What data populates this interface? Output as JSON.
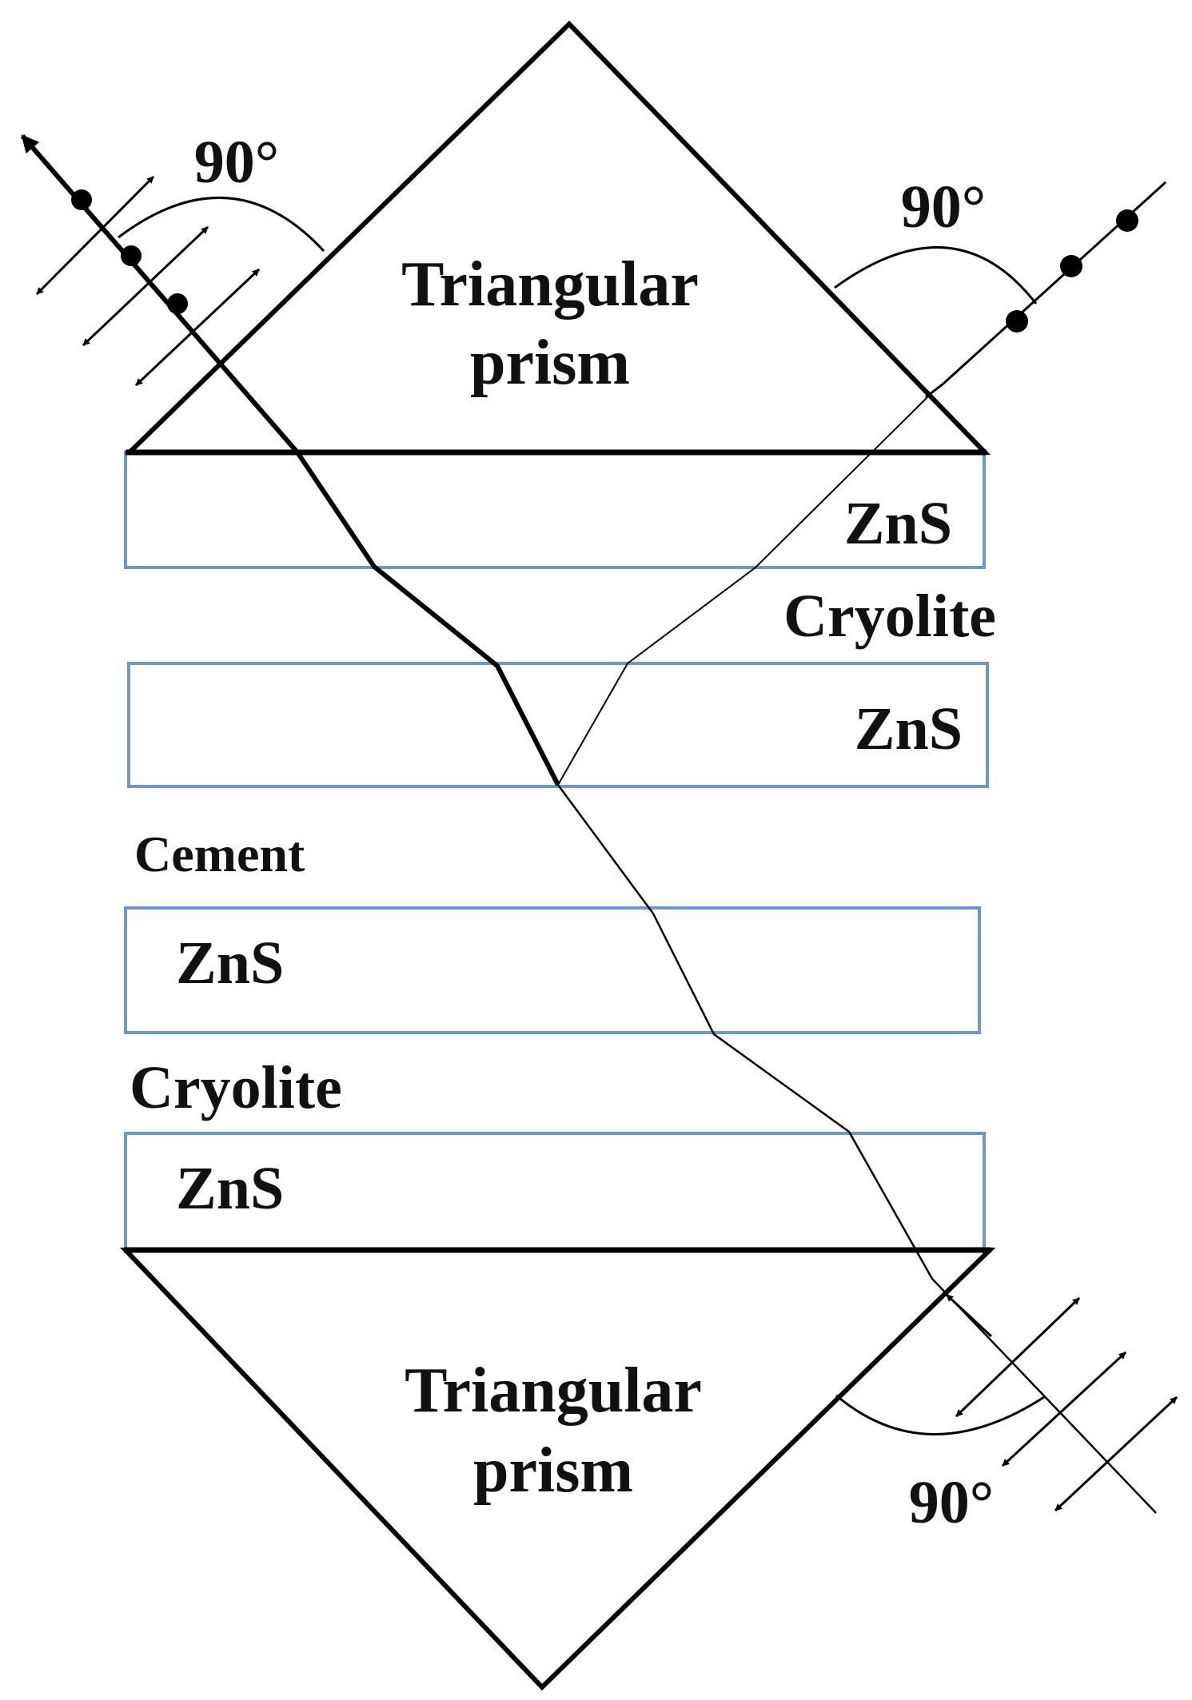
{
  "colors": {
    "outline": "#000000",
    "layer_border": "#6c97c6",
    "background": "#ffffff"
  },
  "prisms": {
    "top_label_line1": "Triangular",
    "top_label_line2": "prism",
    "bottom_label_line1": "Triangular",
    "bottom_label_line2": "prism"
  },
  "layers": {
    "zns_1": "ZnS",
    "cryolite_1": "Cryolite",
    "zns_2": "ZnS",
    "cement": "Cement",
    "zns_3": "ZnS",
    "cryolite_2": "Cryolite",
    "zns_4": "ZnS"
  },
  "angles": {
    "top_left": "90°",
    "top_right": "90°",
    "bottom_right": "90°"
  }
}
